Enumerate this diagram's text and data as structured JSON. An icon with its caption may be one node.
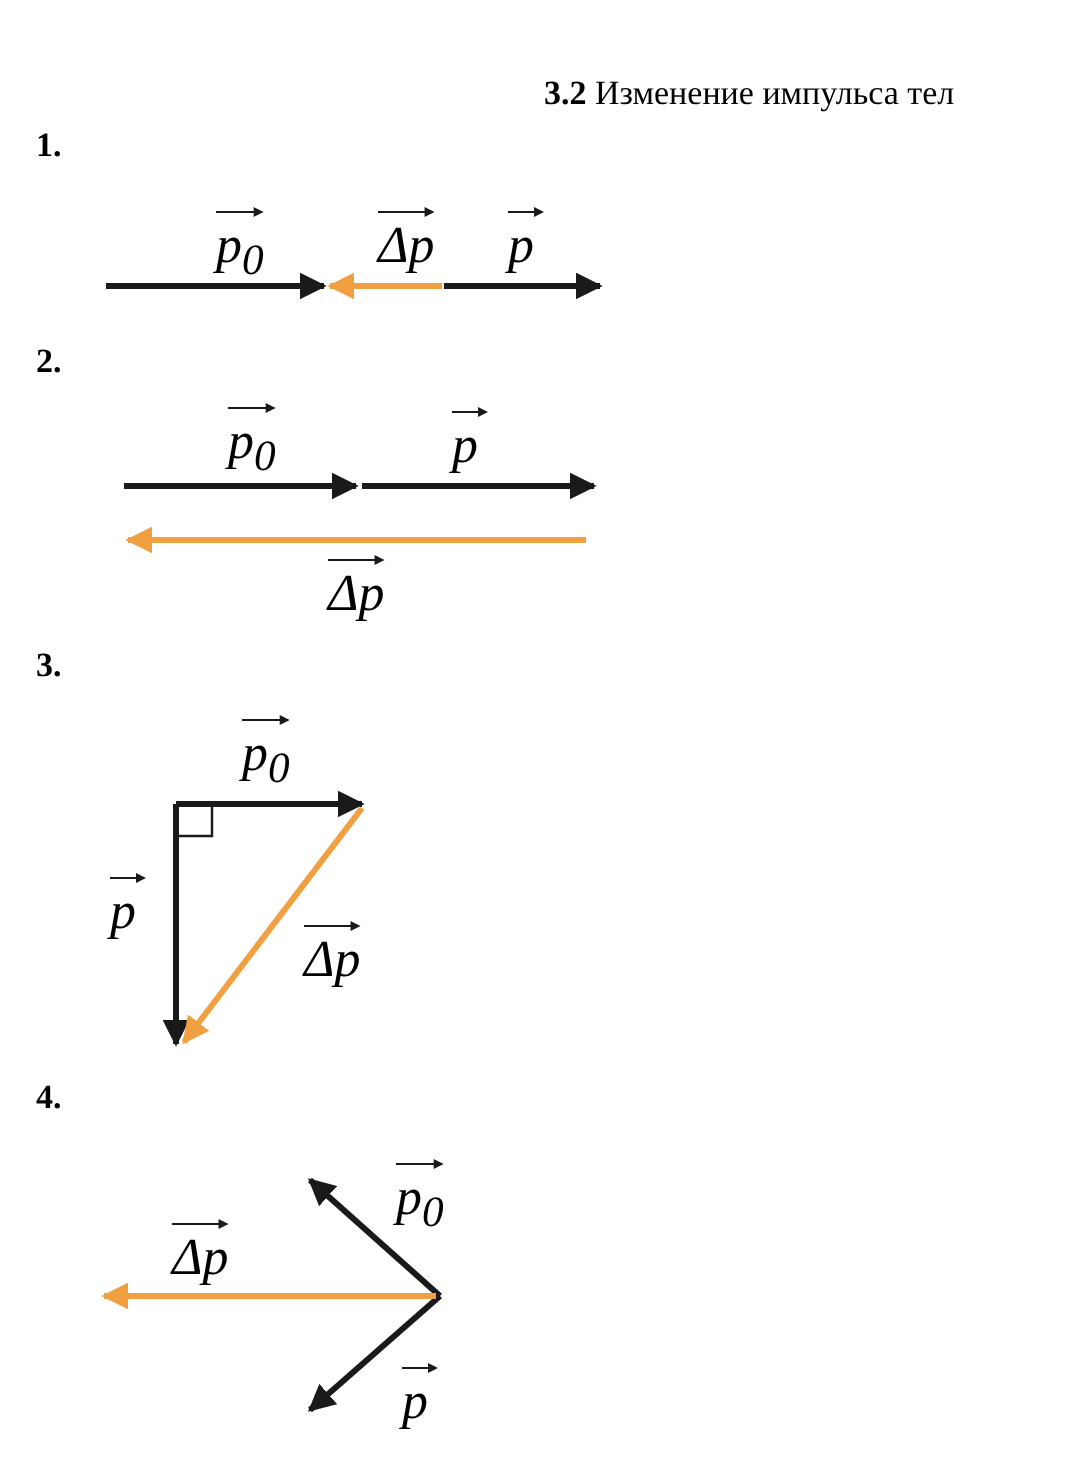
{
  "diagram": {
    "title": "**3.2** Изменение импульса тел",
    "labels": [
      "1.",
      "p$_{0}$",
      "Δp",
      "p",
      "2.",
      "p$_{0}$",
      "p",
      "Δp",
      "3.",
      "p$_{0}$",
      "p",
      "Δp",
      "4.",
      "p$_{0}$",
      "Δp",
      "p"
    ]
  }
}
